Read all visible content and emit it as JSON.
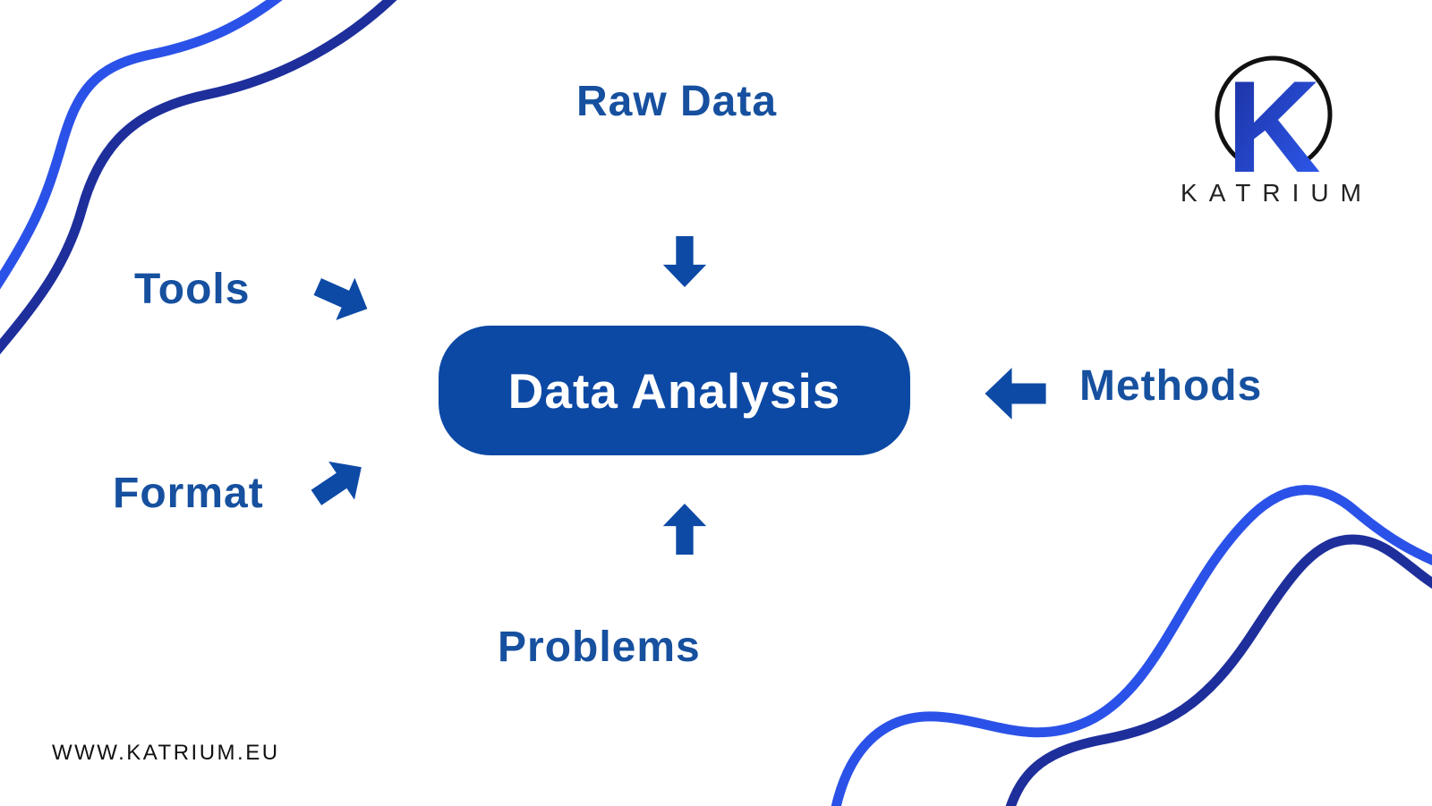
{
  "branding": {
    "logo_letter": "K",
    "logo_name": "KATRIUM",
    "website": "WWW.KATRIUM.EU"
  },
  "diagram": {
    "center": "Data Analysis",
    "inputs": {
      "top": "Raw Data",
      "left_upper": "Tools",
      "left_lower": "Format",
      "right": "Methods",
      "bottom": "Problems"
    },
    "arrow_icons": [
      "arrow-down-icon",
      "arrow-right-down-icon",
      "arrow-up-right-icon",
      "arrow-left-icon",
      "arrow-up-icon"
    ]
  },
  "colors": {
    "label-blue": "#16509F",
    "box-blue": "#0C49A4",
    "arrow-blue": "#0D4AA6",
    "wave-light": "#2B52E8",
    "wave-dark": "#1E2F9C",
    "logo-grad-start": "#1B2F9E",
    "logo-grad-end": "#2E5BF0",
    "logo-ring": "#111111",
    "wordmark": "#222222",
    "website-text": "#111111",
    "page-bg": "#FFFFFF"
  }
}
